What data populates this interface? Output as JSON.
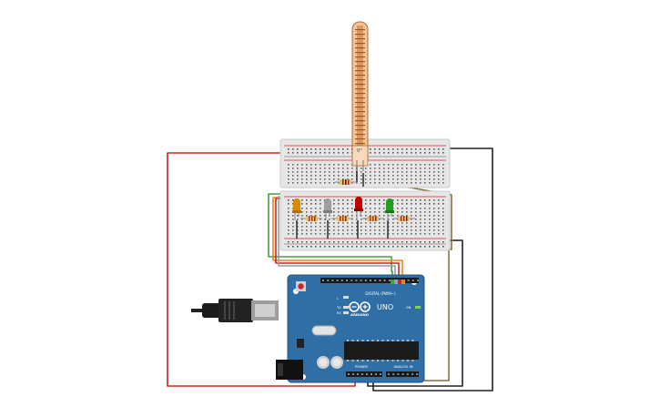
{
  "flex_sensor": {
    "label": "0°"
  },
  "arduino": {
    "brand": "UNO",
    "maker": "ARDUINO",
    "digital_header": "DIGITAL (PWM~)",
    "power_header": "POWER",
    "analog_header": "ANALOG IN",
    "on_label": "ON",
    "pin_tx": "TX",
    "pin_rx": "RX",
    "pin_l": "L"
  },
  "colors": {
    "board": "#2f6fa6",
    "breadboard": "#e6e6e6",
    "wire_red": "#c62828",
    "wire_black": "#222222",
    "wire_green": "#43a047",
    "wire_orange": "#e08a1e",
    "wire_brown": "#8d6e3f",
    "led_orange": "#d88a00",
    "led_gray": "#9e9e9e",
    "led_red": "#c00000",
    "led_green": "#1ea01e"
  }
}
